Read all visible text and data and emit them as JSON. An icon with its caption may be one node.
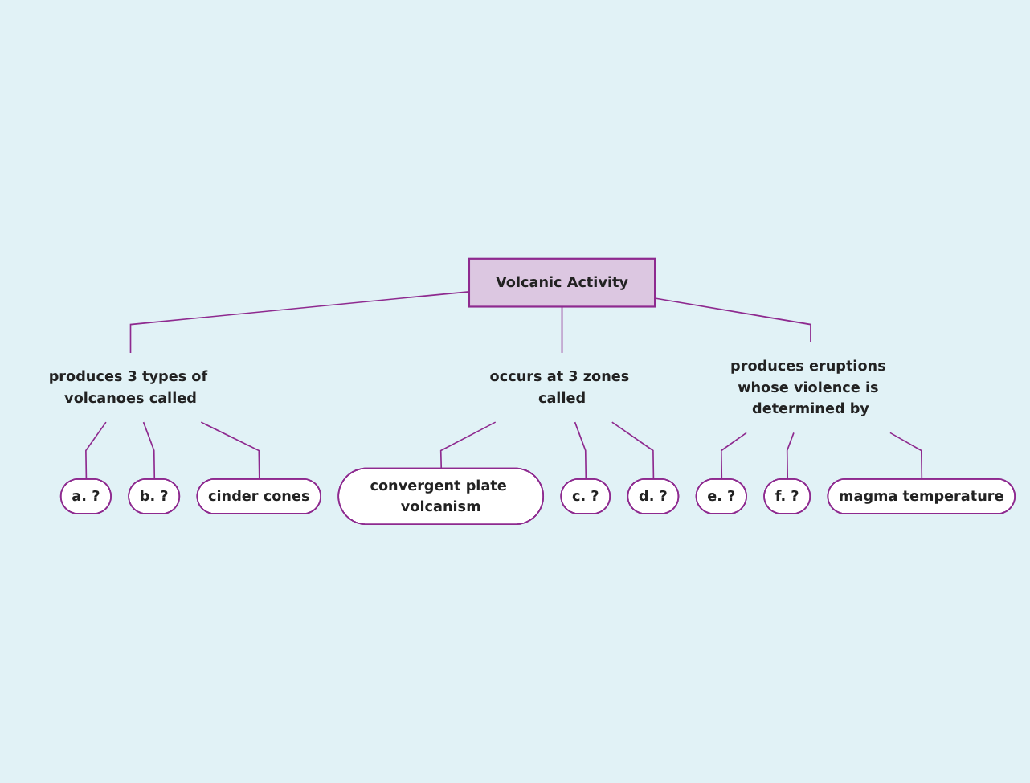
{
  "diagram": {
    "nodes": [
      {
        "text": [
          "Volcanic Activity"
        ]
      },
      {
        "text": [
          "produces 3 types of volcanoes called"
        ]
      },
      {
        "text": [
          "a. ?"
        ]
      },
      {
        "text": [
          "b. ?"
        ]
      },
      {
        "text": [
          "cinder cones"
        ]
      },
      {
        "text": [
          "occurs at 3 zones called"
        ]
      },
      {
        "text": [
          "convergent plate volcanism"
        ]
      },
      {
        "text": [
          "c. ?"
        ]
      },
      {
        "text": [
          "d. ?"
        ]
      },
      {
        "text": [
          "produces eruptions whose violence is determined by"
        ]
      },
      {
        "text": [
          "e. ?"
        ]
      },
      {
        "text": [
          "f. ?"
        ]
      },
      {
        "text": [
          "magma temperature"
        ]
      }
    ],
    "edges": [
      {
        "from": 0,
        "to": 1,
        "arrow": "none"
      },
      {
        "from": 0,
        "to": 5,
        "arrow": "none"
      },
      {
        "from": 0,
        "to": 9,
        "arrow": "none"
      },
      {
        "from": 1,
        "to": 2,
        "arrow": "none"
      },
      {
        "from": 1,
        "to": 3,
        "arrow": "none"
      },
      {
        "from": 1,
        "to": 4,
        "arrow": "none"
      },
      {
        "from": 5,
        "to": 6,
        "arrow": "none"
      },
      {
        "from": 5,
        "to": 7,
        "arrow": "none"
      },
      {
        "from": 5,
        "to": 8,
        "arrow": "none"
      },
      {
        "from": 9,
        "to": 10,
        "arrow": "none"
      },
      {
        "from": 9,
        "to": 11,
        "arrow": "none"
      },
      {
        "from": 9,
        "to": 12,
        "arrow": "none"
      }
    ]
  }
}
